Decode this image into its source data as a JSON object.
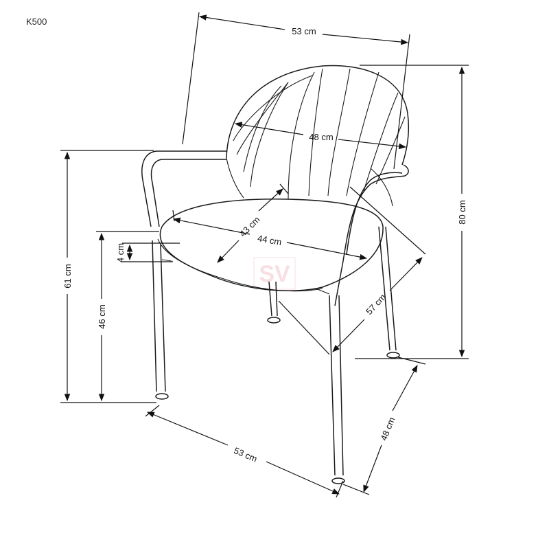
{
  "model_code": "K500",
  "dimensions": {
    "back_width": "53 cm",
    "inner_back_width": "48 cm",
    "total_height": "80 cm",
    "armrest_height": "61 cm",
    "seat_height": "46 cm",
    "seat_thickness": "4 cm",
    "seat_depth": "43 cm",
    "seat_width": "44 cm",
    "diagonal_depth": "57 cm",
    "base_width": "53 cm",
    "base_depth": "48 cm"
  },
  "watermark": "SV",
  "colors": {
    "line": "#111111",
    "watermark": "#f2c6cc"
  }
}
